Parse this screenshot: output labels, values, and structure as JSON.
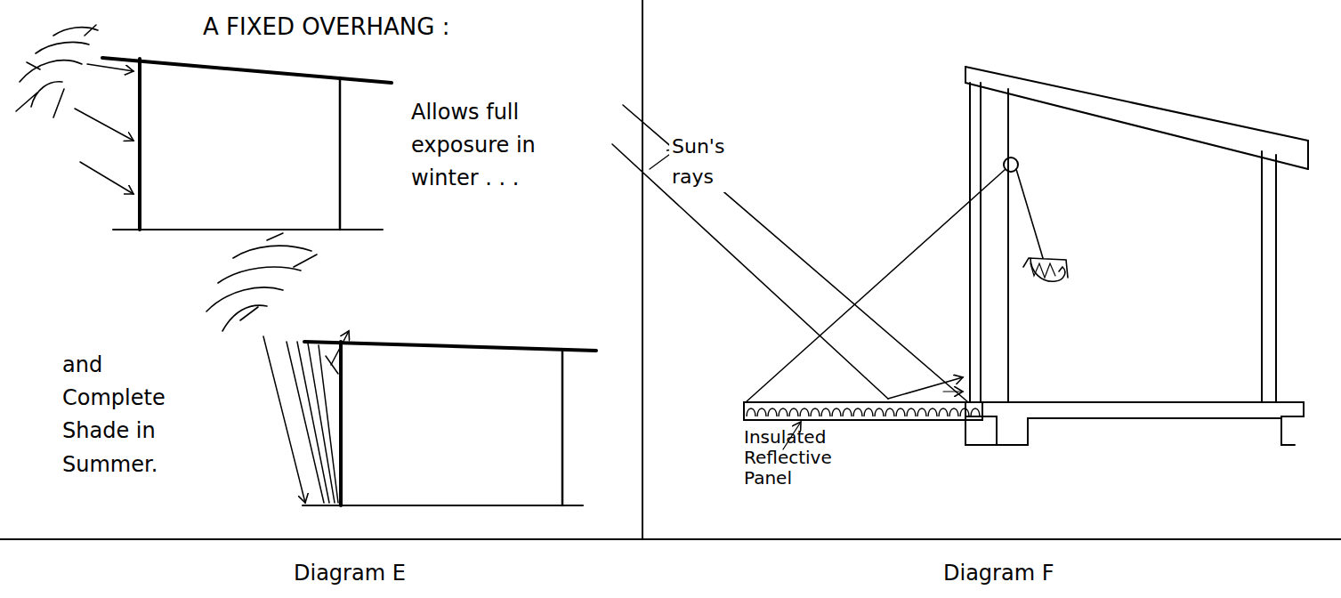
{
  "diagram": {
    "labels": [
      "A FIXED OVERHANG :",
      "Allows full exposure in winter . . .",
      "and Complete Shade in Summer.",
      "Diagram E",
      "Sun's rays",
      "Insulated Reflective Panel",
      "Diagram F"
    ]
  }
}
